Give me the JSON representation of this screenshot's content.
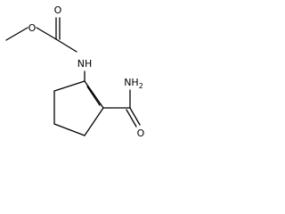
{
  "molecule": {
    "atom_labels": {
      "ester_oxygen": "O",
      "carbonyl_oxygen_ester": "O",
      "amine_nh": "NH",
      "amide_nh2": "NH",
      "amide_nh2_subscript": "2",
      "amide_oxygen": "O"
    }
  }
}
